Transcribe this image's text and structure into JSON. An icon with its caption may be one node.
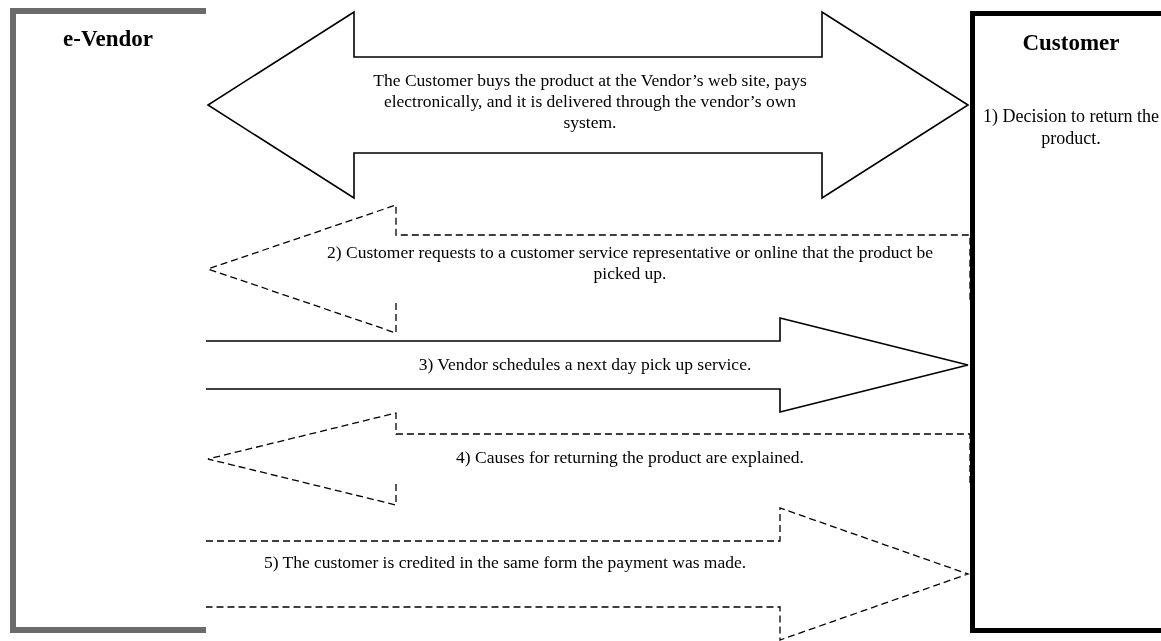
{
  "diagram": {
    "nodes": [
      {
        "text": [
          "e-Vendor"
        ]
      },
      {
        "text": [
          "Customer",
          "1) Decision to return the product."
        ]
      }
    ],
    "edges": [
      {
        "from": 0,
        "to": 1,
        "arrow": "both",
        "label": "The Customer buys the product at the Vendor’s web site, pays electronically, and it is delivered through the vendor’s own system."
      },
      {
        "from": 1,
        "to": 0,
        "arrow": "to",
        "style": "dashed",
        "label": "2) Customer requests to a customer service representative or online that the product be picked up."
      },
      {
        "from": 0,
        "to": 1,
        "arrow": "to",
        "label": "3) Vendor schedules a next day pick up service."
      },
      {
        "from": 1,
        "to": 0,
        "arrow": "to",
        "style": "dashed",
        "label": "4) Causes for returning the product are explained."
      },
      {
        "from": 0,
        "to": 1,
        "arrow": "to",
        "style": "dashed",
        "label": "5) The customer is credited in the same form the payment was made."
      }
    ]
  }
}
